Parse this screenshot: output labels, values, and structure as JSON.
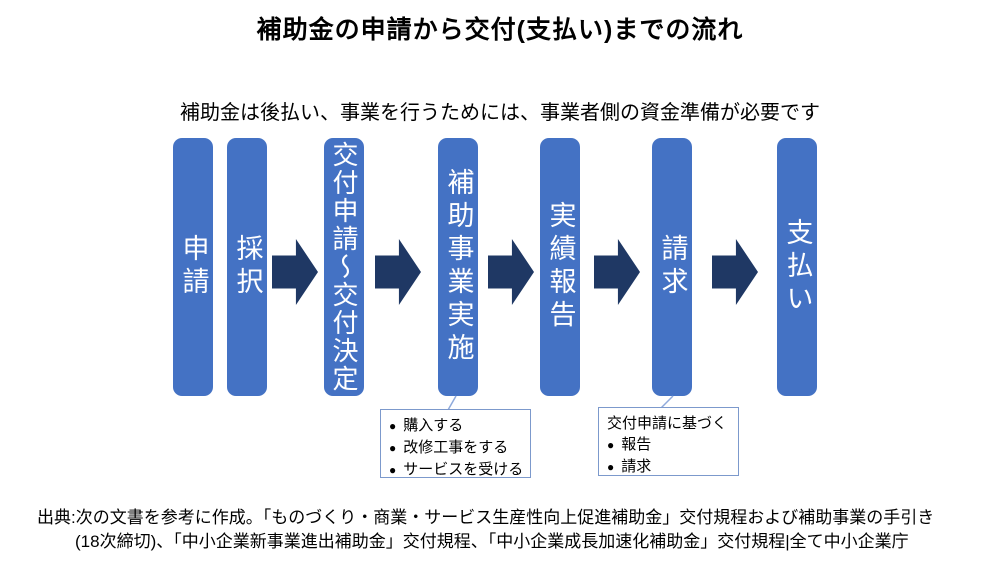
{
  "page": {
    "title": "補助金の申請から交付(支払い)までの流れ",
    "subtitle": "補助金は後払い、事業を行うためには、事業者側の資金準備が必要です"
  },
  "flow": {
    "steps": [
      {
        "label": "申請"
      },
      {
        "label": "採択"
      },
      {
        "label": "交付申請〜交付決定"
      },
      {
        "label": "補助事業実施"
      },
      {
        "label": "実績報告"
      },
      {
        "label": "請求"
      },
      {
        "label": "支払い"
      }
    ]
  },
  "icons": {
    "bullet": "●"
  },
  "callouts": [
    {
      "items": [
        "購入する",
        "改修工事をする",
        "サービスを受ける"
      ]
    },
    {
      "heading": "交付申請に基づく",
      "items": [
        "報告",
        "請求"
      ]
    }
  ],
  "footer": {
    "line1": "出典:次の文書を参考に作成。「ものづくり・商業・サービス生産性向上促進補助金」交付規程および補助事業の手引き",
    "line2": "(18次締切)、「中小企業新事業進出補助金」交付規程、「中小企業成長加速化補助金」交付規程|全て中小企業庁"
  },
  "colors": {
    "bar_fill": "#4472C4",
    "arrow_fill": "#1F3864",
    "bar_text": "#FFFFFF",
    "callout_border": "#7C99CC",
    "connector_line": "#8FAADC"
  }
}
